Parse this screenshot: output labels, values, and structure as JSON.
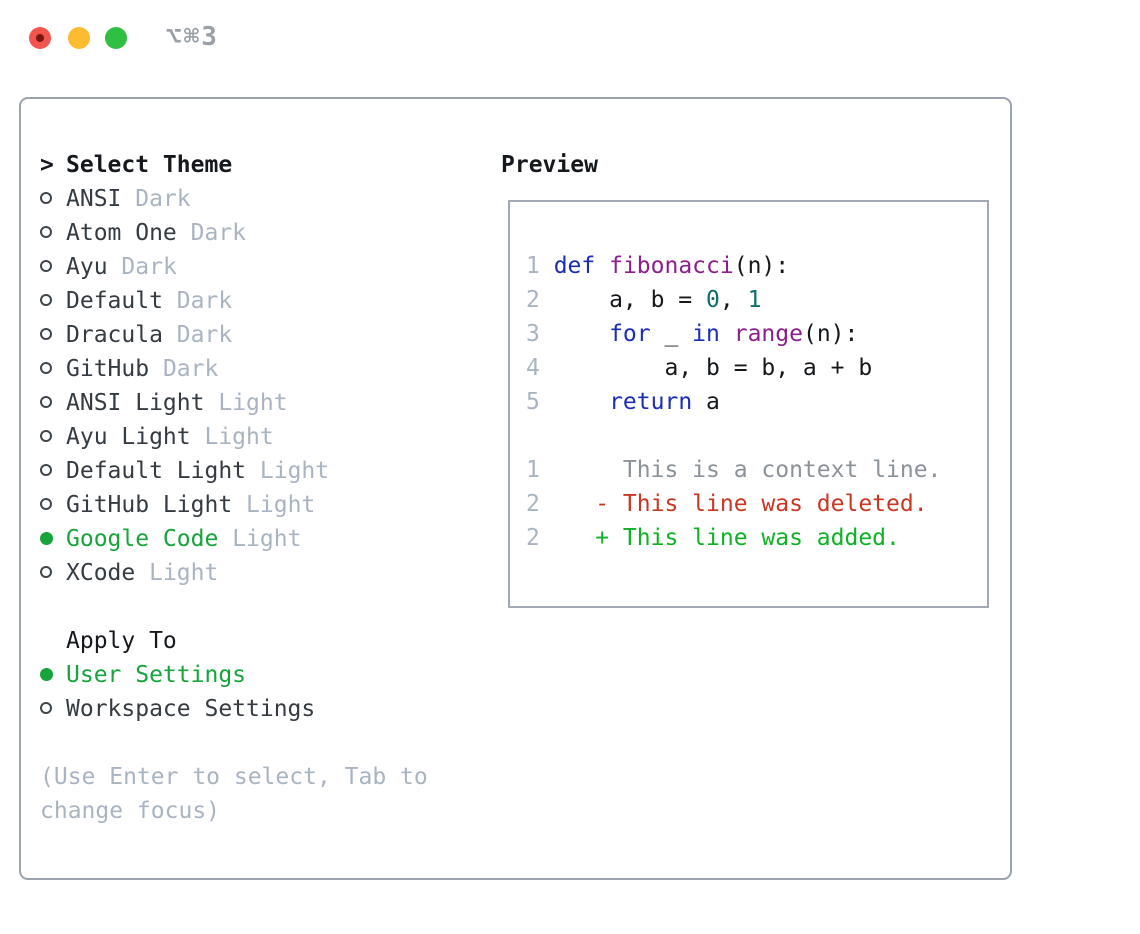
{
  "titlebar": {
    "shortcut": "⌥⌘3"
  },
  "colors": {
    "accent-green": "#17a43c",
    "muted": "#a9b4c2",
    "name": "#343b42",
    "header": "#15191d",
    "kw": "#1b2db4",
    "fn": "#8d1f8d",
    "nu": "#0e6e6e",
    "pl": "#15181b",
    "ctx": "#8b9299",
    "del": "#c93722",
    "add": "#0eb224",
    "lineno": "#a9b4c2",
    "traffic-red": "#f2554d",
    "traffic-red-dot": "#771712",
    "traffic-yellow": "#fdbb30",
    "traffic-green": "#2fc043",
    "panel-border": "#9aa3ae",
    "preview-border": "#a0a9b4",
    "titlebar-text": "#99a0a7"
  },
  "theme_selector": {
    "prompt": ">",
    "title": "Select Theme",
    "themes": [
      {
        "name": "ANSI",
        "variant": "Dark",
        "selected": false
      },
      {
        "name": "Atom One",
        "variant": "Dark",
        "selected": false
      },
      {
        "name": "Ayu",
        "variant": "Dark",
        "selected": false
      },
      {
        "name": "Default",
        "variant": "Dark",
        "selected": false
      },
      {
        "name": "Dracula",
        "variant": "Dark",
        "selected": false
      },
      {
        "name": "GitHub",
        "variant": "Dark",
        "selected": false
      },
      {
        "name": "ANSI Light",
        "variant": "Light",
        "selected": false
      },
      {
        "name": "Ayu Light",
        "variant": "Light",
        "selected": false
      },
      {
        "name": "Default Light",
        "variant": "Light",
        "selected": false
      },
      {
        "name": "GitHub Light",
        "variant": "Light",
        "selected": false
      },
      {
        "name": "Google Code",
        "variant": "Light",
        "selected": true
      },
      {
        "name": "XCode",
        "variant": "Light",
        "selected": false
      }
    ],
    "apply_to": {
      "title": "Apply To",
      "options": [
        {
          "label": "User Settings",
          "selected": true
        },
        {
          "label": "Workspace Settings",
          "selected": false
        }
      ]
    },
    "hint": "(Use Enter to select, Tab to change focus)"
  },
  "preview": {
    "title": "Preview",
    "code_lines": [
      {
        "num": "1",
        "tokens": [
          {
            "t": "def",
            "c": "kw"
          },
          {
            "t": " ",
            "c": "pl"
          },
          {
            "t": "fibonacci",
            "c": "fn"
          },
          {
            "t": "(n):",
            "c": "pl"
          }
        ]
      },
      {
        "num": "2",
        "tokens": [
          {
            "t": "    a, b = ",
            "c": "pl"
          },
          {
            "t": "0",
            "c": "nu"
          },
          {
            "t": ", ",
            "c": "pl"
          },
          {
            "t": "1",
            "c": "nu"
          }
        ]
      },
      {
        "num": "3",
        "tokens": [
          {
            "t": "    ",
            "c": "pl"
          },
          {
            "t": "for",
            "c": "kw"
          },
          {
            "t": " _ ",
            "c": "pl"
          },
          {
            "t": "in",
            "c": "kw"
          },
          {
            "t": " ",
            "c": "pl"
          },
          {
            "t": "range",
            "c": "fn"
          },
          {
            "t": "(n):",
            "c": "pl"
          }
        ]
      },
      {
        "num": "4",
        "tokens": [
          {
            "t": "        a, b = b, a + b",
            "c": "pl"
          }
        ]
      },
      {
        "num": "5",
        "tokens": [
          {
            "t": "    ",
            "c": "pl"
          },
          {
            "t": "return",
            "c": "kw"
          },
          {
            "t": " a",
            "c": "pl"
          }
        ]
      }
    ],
    "diff_lines": [
      {
        "num": "1",
        "text": "     This is a context line.",
        "kind": "ctx"
      },
      {
        "num": "2",
        "text": "   - This line was deleted.",
        "kind": "del"
      },
      {
        "num": "2",
        "text": "   + This line was added.",
        "kind": "add"
      }
    ]
  }
}
